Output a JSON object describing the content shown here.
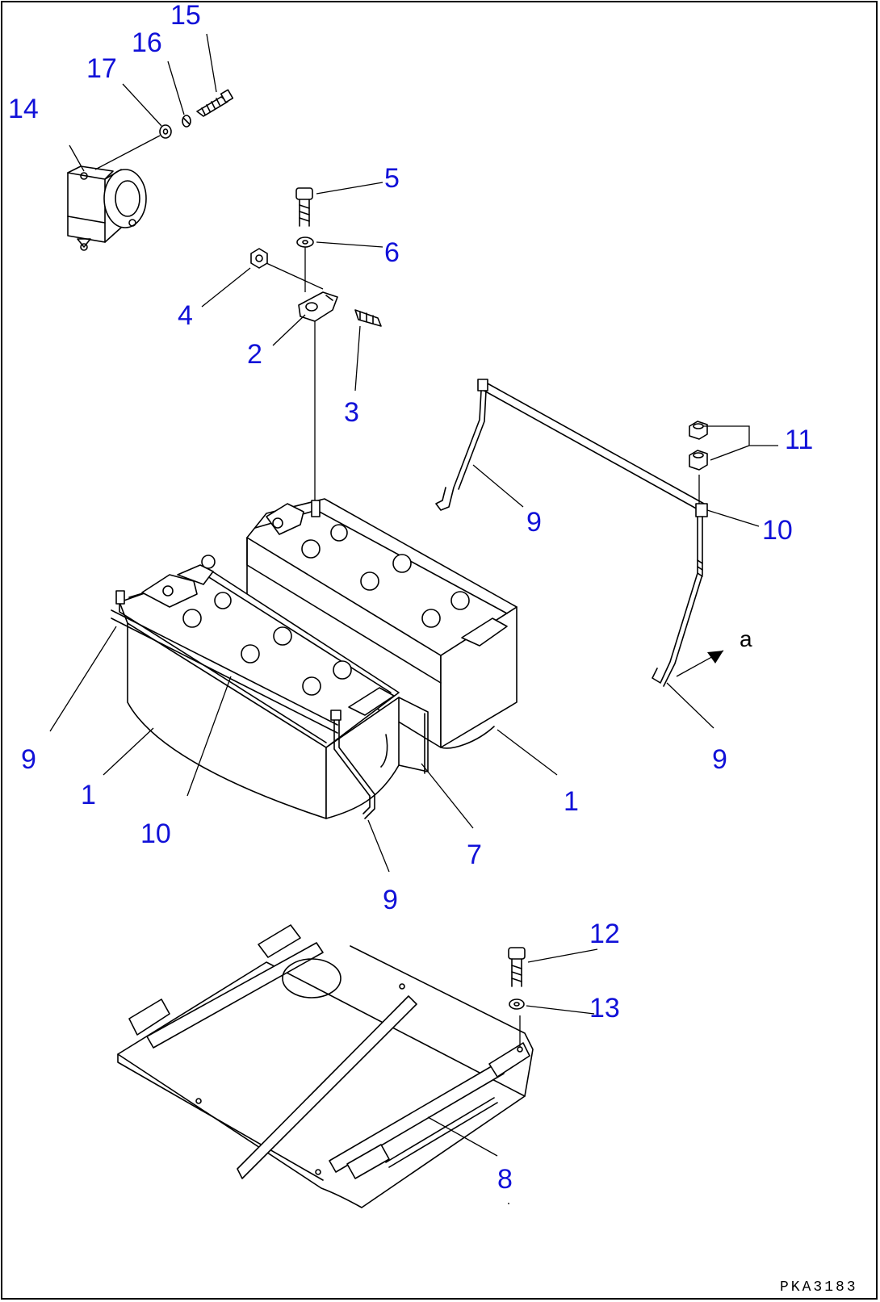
{
  "drawing_code": "PKA3183",
  "view_letter": "a",
  "callouts": {
    "c1_left": "1",
    "c1_right": "1",
    "c2": "2",
    "c3": "3",
    "c4": "4",
    "c5": "5",
    "c6": "6",
    "c7": "7",
    "c8": "8",
    "c9_left": "9",
    "c9_bottom": "9",
    "c9_top": "9",
    "c9_right": "9",
    "c10_left": "10",
    "c10_right": "10",
    "c11": "11",
    "c12": "12",
    "c13": "13",
    "c14": "14",
    "c15": "15",
    "c16": "16",
    "c17": "17"
  },
  "colors": {
    "callout": "#1111d8",
    "line": "#000000",
    "background": "#ffffff"
  }
}
